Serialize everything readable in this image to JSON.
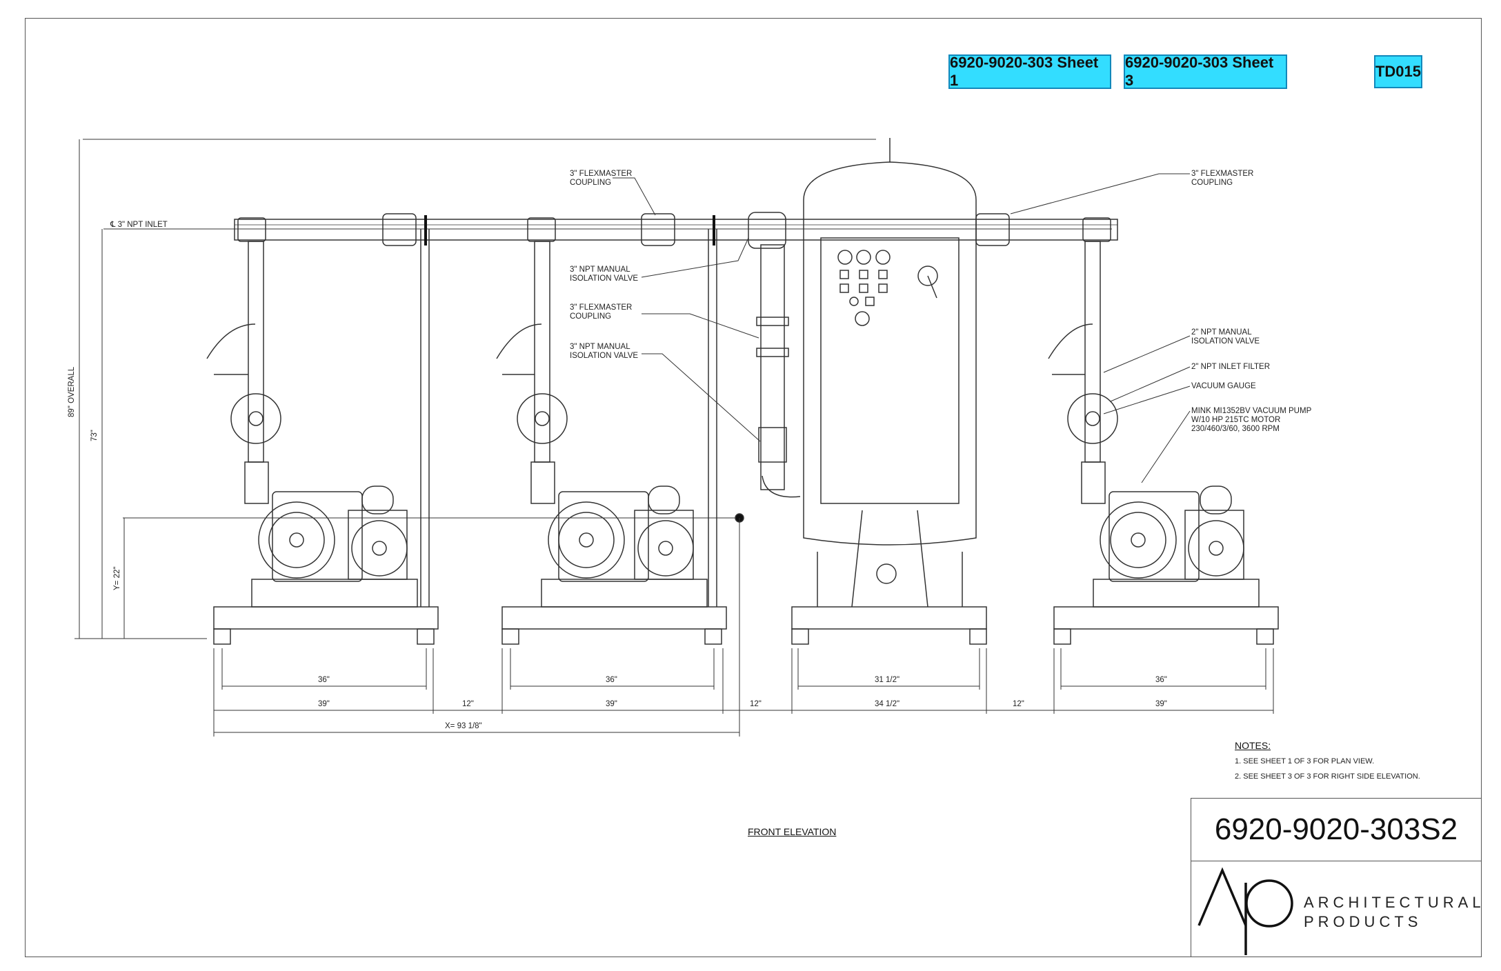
{
  "header": {
    "sheet1_link": "6920-9020-303 Sheet 1",
    "sheet3_link": "6920-9020-303 Sheet 3",
    "td_link": "TD015"
  },
  "callouts": {
    "npt_inlet": "℄ 3\" NPT INLET",
    "flexmaster_top_left": "3\" FLEXMASTER\nCOUPLING",
    "manual_valve_upper": "3\" NPT MANUAL\nISOLATION VALVE",
    "flexmaster_mid": "3\" FLEXMASTER\nCOUPLING",
    "manual_valve_lower": "3\" NPT MANUAL\nISOLATION VALVE",
    "flexmaster_top_right": "3\" FLEXMASTER\nCOUPLING",
    "manual_valve_2in": "2\" NPT MANUAL\nISOLATION VALVE",
    "inlet_filter": "2\" NPT INLET FILTER",
    "vacuum_gauge": "VACUUM GAUGE",
    "pump": "MINK MI1352BV VACUUM PUMP\nW/10 HP 215TC MOTOR\n230/460/3/60, 3600 RPM"
  },
  "dimensions": {
    "overall_height": "89\" OVERALL",
    "inlet_height": "73\"",
    "y_height": "Y= 22\"",
    "skid1_inner": "36\"",
    "skid1_outer": "39\"",
    "gap1": "12\"",
    "skid2_inner": "36\"",
    "skid2_outer": "39\"",
    "gap2": "12\"",
    "tank_inner": "31 1/2\"",
    "tank_outer": "34 1/2\"",
    "gap3": "12\"",
    "skid3_inner": "36\"",
    "skid3_outer": "39\"",
    "x_total": "X= 93 1/8\""
  },
  "notes": {
    "title": "NOTES:",
    "items": [
      "1.  SEE SHEET 1 OF 3 FOR PLAN VIEW.",
      "2.  SEE SHEET 3 OF 3 FOR RIGHT SIDE ELEVATION."
    ]
  },
  "caption": "FRONT ELEVATION",
  "title_block": {
    "drawing_number": "6920-9020-303S2",
    "brand_line1": "ARCHITECTURAL",
    "brand_line2": "PRODUCTS"
  }
}
